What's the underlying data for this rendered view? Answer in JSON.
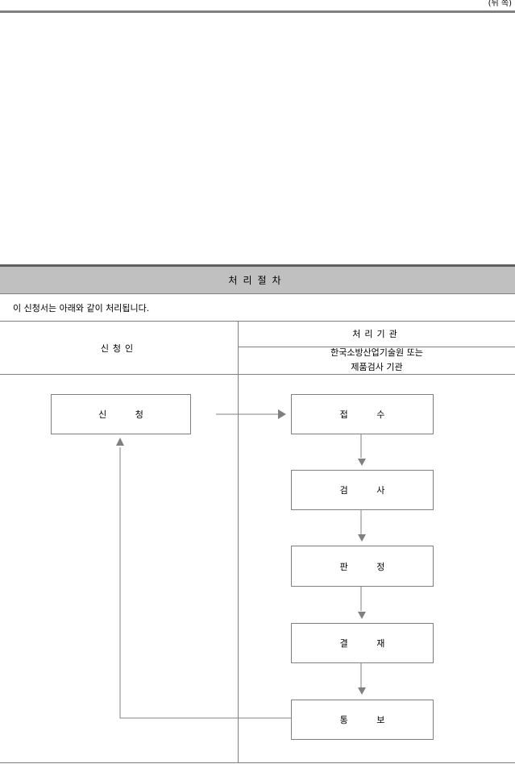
{
  "header": {
    "back_label": "(뒤 쪽)"
  },
  "section": {
    "title": "처리절차"
  },
  "intro": "이 신청서는 아래와 같이 처리됩니다.",
  "columns": {
    "applicant": "신청인",
    "processor_title": "처리기관",
    "processor_org_line1": "한국소방산업기술원 또는",
    "processor_org_line2": "제품검사 기관"
  },
  "flow": {
    "apply": "신 청",
    "receive": "접 수",
    "inspect": "검 사",
    "judge": "판 정",
    "approve": "결 재",
    "notify": "통 보"
  }
}
